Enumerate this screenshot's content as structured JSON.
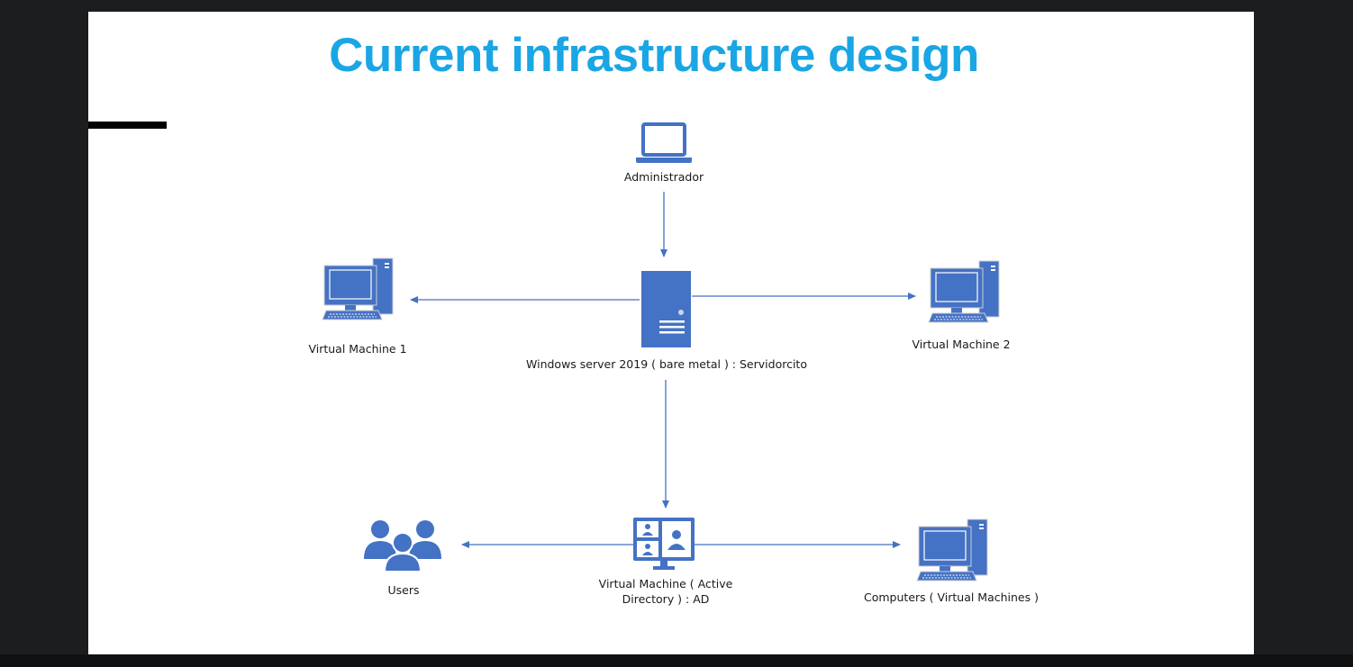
{
  "slide": {
    "title": "Current infrastructure design"
  },
  "colors": {
    "title": "#1aa6e4",
    "icon": "#4472c4",
    "connector": "#4472c4"
  },
  "diagram": {
    "nodes": [
      {
        "id": "administrador",
        "label": "Administrador",
        "icon": "laptop-icon"
      },
      {
        "id": "server",
        "label": "Windows server 2019 ( bare metal ) : Servidorcito",
        "icon": "server-icon"
      },
      {
        "id": "vm1",
        "label": "Virtual Machine 1",
        "icon": "desktop-computer-icon"
      },
      {
        "id": "vm2",
        "label": "Virtual Machine 2",
        "icon": "desktop-computer-icon"
      },
      {
        "id": "ad",
        "label_line1": "Virtual Machine ( Active",
        "label_line2": "Directory ) : AD",
        "icon": "video-conference-icon"
      },
      {
        "id": "users",
        "label": "Users",
        "icon": "users-group-icon"
      },
      {
        "id": "computers",
        "label": "Computers ( Virtual Machines )",
        "icon": "desktop-computer-icon"
      }
    ],
    "edges": [
      {
        "from": "administrador",
        "to": "server"
      },
      {
        "from": "server",
        "to": "vm1"
      },
      {
        "from": "server",
        "to": "vm2"
      },
      {
        "from": "server",
        "to": "ad"
      },
      {
        "from": "ad",
        "to": "users"
      },
      {
        "from": "ad",
        "to": "computers"
      }
    ]
  }
}
